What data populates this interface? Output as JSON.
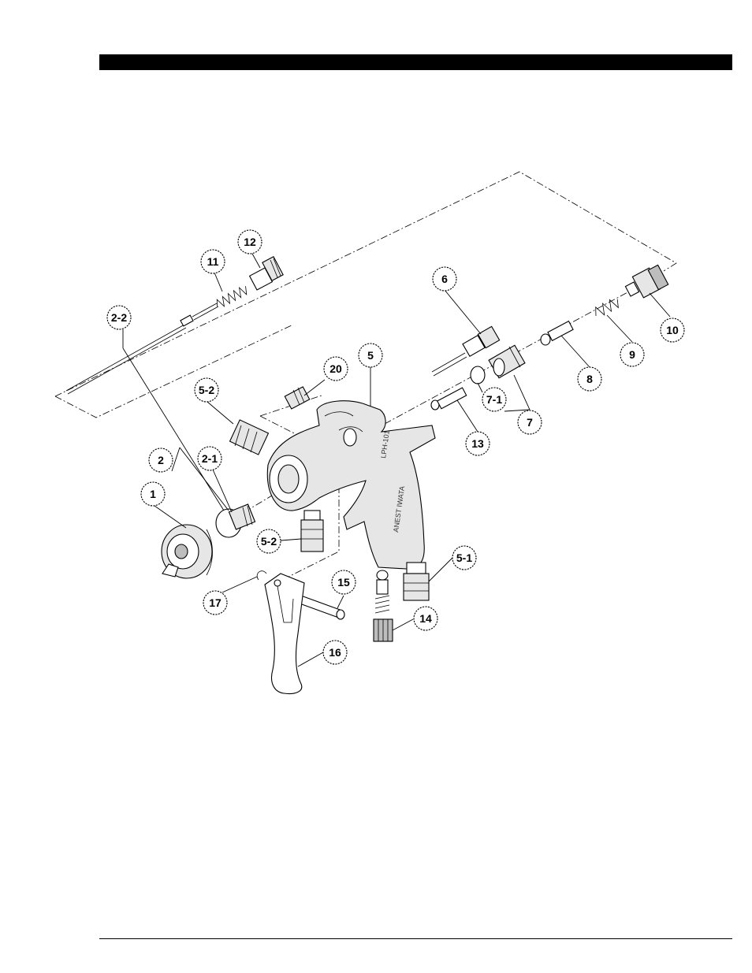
{
  "callouts": [
    {
      "id": "c1",
      "label": "1"
    },
    {
      "id": "c2",
      "label": "2"
    },
    {
      "id": "c2-1",
      "label": "2-1"
    },
    {
      "id": "c2-2",
      "label": "2-2"
    },
    {
      "id": "c5",
      "label": "5"
    },
    {
      "id": "c5-1",
      "label": "5-1"
    },
    {
      "id": "c5-2a",
      "label": "5-2"
    },
    {
      "id": "c5-2b",
      "label": "5-2"
    },
    {
      "id": "c6",
      "label": "6"
    },
    {
      "id": "c7",
      "label": "7"
    },
    {
      "id": "c7-1",
      "label": "7-1"
    },
    {
      "id": "c8",
      "label": "8"
    },
    {
      "id": "c9",
      "label": "9"
    },
    {
      "id": "c10",
      "label": "10"
    },
    {
      "id": "c11",
      "label": "11"
    },
    {
      "id": "c12",
      "label": "12"
    },
    {
      "id": "c13",
      "label": "13"
    },
    {
      "id": "c14",
      "label": "14"
    },
    {
      "id": "c15",
      "label": "15"
    },
    {
      "id": "c16",
      "label": "16"
    },
    {
      "id": "c17",
      "label": "17"
    },
    {
      "id": "c20",
      "label": "20"
    }
  ],
  "gun_body_text": "LPH-101",
  "gun_brand_text": "ANEST IWATA"
}
